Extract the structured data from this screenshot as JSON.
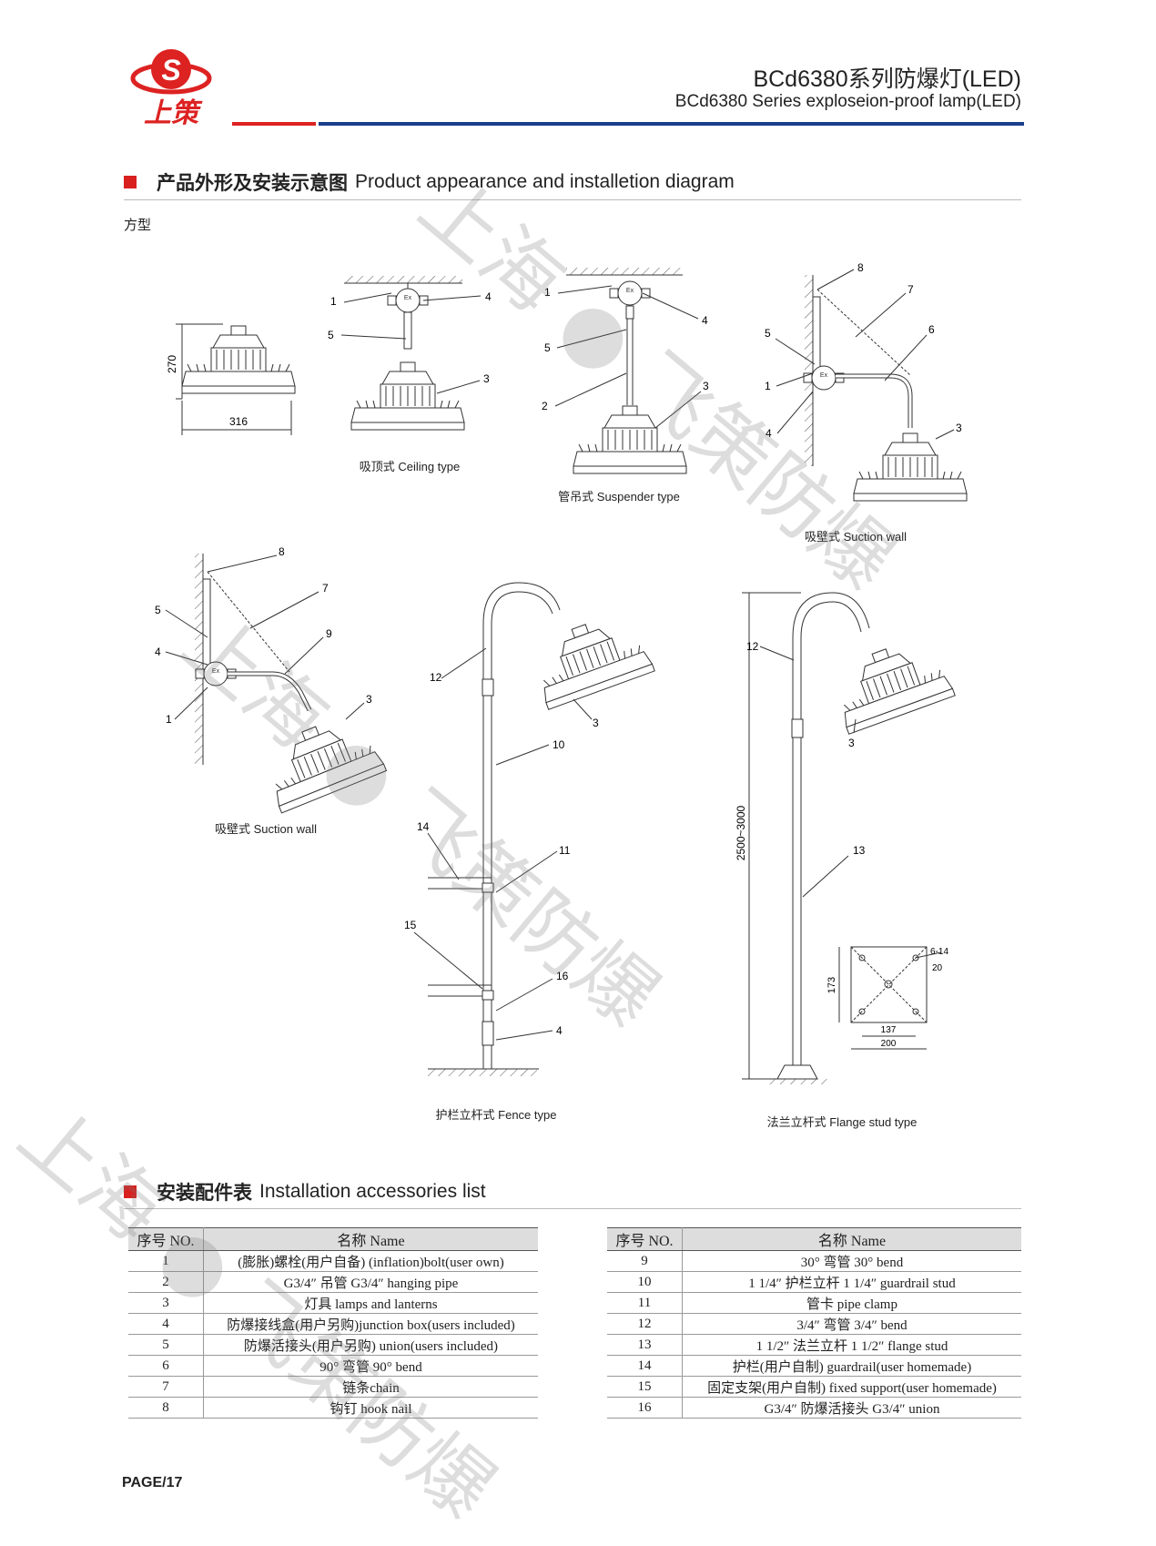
{
  "header": {
    "brand_cn": "上策",
    "title": "BCd6380系列防爆灯(LED)",
    "subtitle": "BCd6380 Series exploseion-proof lamp(LED)"
  },
  "sections": {
    "diagram": {
      "title_cn": "产品外形及安装示意图",
      "title_en": "Product appearance and installetion diagram"
    },
    "accessories": {
      "title_cn": "安装配件表",
      "title_en": "Installation accessories list"
    }
  },
  "shape_type": "方型",
  "dimensions": {
    "height": "270",
    "width": "316",
    "pole_height": "2500~3000",
    "flange_h": "173",
    "flange_hole": "6-14",
    "flange_edge": "20",
    "flange_inner": "137",
    "flange_outer": "200"
  },
  "figures": {
    "ceiling": "吸顶式 Ceiling type",
    "suspender": "管吊式 Suspender type",
    "wall1": "吸壁式  Suction wall",
    "wall2": "吸壁式  Suction wall",
    "fence": "护栏立杆式  Fence type",
    "flange": "法兰立杆式  Flange stud type"
  },
  "ex_mark": "Ex",
  "table": {
    "col_no": "序号 NO.",
    "col_name": "名称 Name",
    "left": [
      {
        "no": "1",
        "name": "(膨胀)螺栓(用户自备) (inflation)bolt(user own)"
      },
      {
        "no": "2",
        "name": "G3/4″ 吊管  G3/4″ hanging pipe"
      },
      {
        "no": "3",
        "name": "灯具  lamps and lanterns"
      },
      {
        "no": "4",
        "name": "防爆接线盒(用户另购)junction box(users included)"
      },
      {
        "no": "5",
        "name": "防爆活接头(用户另购) union(users included)"
      },
      {
        "no": "6",
        "name": "90°  弯管  90° bend"
      },
      {
        "no": "7",
        "name": "链条chain"
      },
      {
        "no": "8",
        "name": "钩钉  hook nail"
      }
    ],
    "right": [
      {
        "no": "9",
        "name": "30°  弯管  30° bend"
      },
      {
        "no": "10",
        "name": "1 1/4″  护栏立杆  1 1/4″ guardrail stud"
      },
      {
        "no": "11",
        "name": "管卡  pipe clamp"
      },
      {
        "no": "12",
        "name": "3/4″  弯管  3/4″ bend"
      },
      {
        "no": "13",
        "name": "1 1/2″  法兰立杆  1 1/2″ flange stud"
      },
      {
        "no": "14",
        "name": "护栏(用户自制)  guardrail(user homemade)"
      },
      {
        "no": "15",
        "name": "固定支架(用户自制) fixed support(user homemade)"
      },
      {
        "no": "16",
        "name": "G3/4″  防爆活接头  G3/4″ union"
      }
    ]
  },
  "watermarks": [
    "上海",
    "飞策防爆"
  ],
  "page": "PAGE/17"
}
